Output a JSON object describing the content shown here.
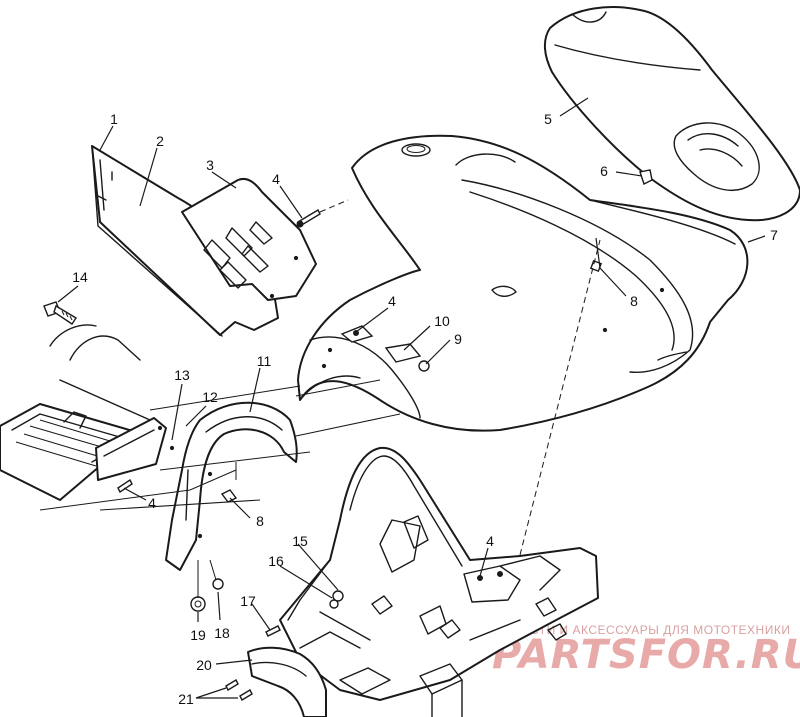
{
  "callouts": {
    "c1": "1",
    "c2": "2",
    "c3": "3",
    "c4a": "4",
    "c4b": "4",
    "c4c": "4",
    "c4d": "4",
    "c5": "5",
    "c6": "6",
    "c7": "7",
    "c8a": "8",
    "c8b": "8",
    "c9": "9",
    "c10": "10",
    "c11": "11",
    "c12": "12",
    "c13": "13",
    "c14": "14",
    "c15": "15",
    "c16": "16",
    "c17": "17",
    "c18": "18",
    "c19": "19",
    "c20": "20",
    "c21": "21"
  },
  "watermark": {
    "subtitle": "ЗАПЧАСТИ И АКСЕССУАРЫ ДЛЯ МОТОТЕХНИКИ",
    "brand": "PARTSFOR.RU",
    "color": "#e8a9a9"
  }
}
